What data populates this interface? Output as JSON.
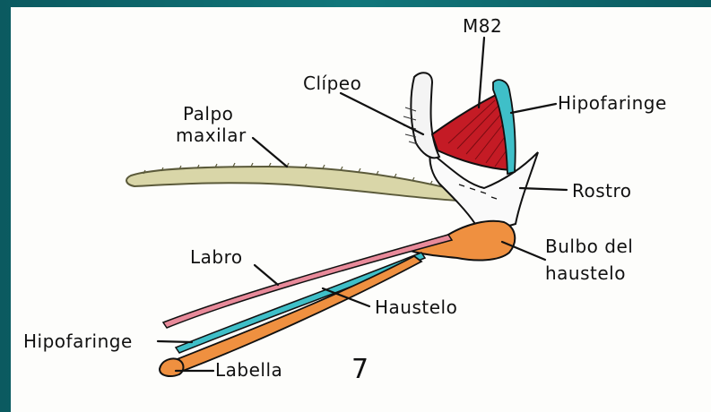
{
  "figure": {
    "number": "7",
    "labels": {
      "m82": "M82",
      "clipeo": "Clípeo",
      "hipofaringe_top": "Hipofaringe",
      "palpo_line1": "Palpo",
      "palpo_line2": "maxilar",
      "rostro": "Rostro",
      "bulbo_line1": "Bulbo del",
      "bulbo_line2": "haustelo",
      "labro": "Labro",
      "haustelo": "Haustelo",
      "hipofaringe_bottom": "Hipofaringe",
      "labella": "Labella"
    },
    "colors": {
      "frame": "#0e6f73",
      "background": "#fdfdfb",
      "muscle": "#c41b25",
      "hypopharynx": "#3fbfc8",
      "palp": "#d9d6a8",
      "bulb": "#ef9040",
      "labrum": "#e88a9a",
      "ink": "#111111"
    }
  }
}
